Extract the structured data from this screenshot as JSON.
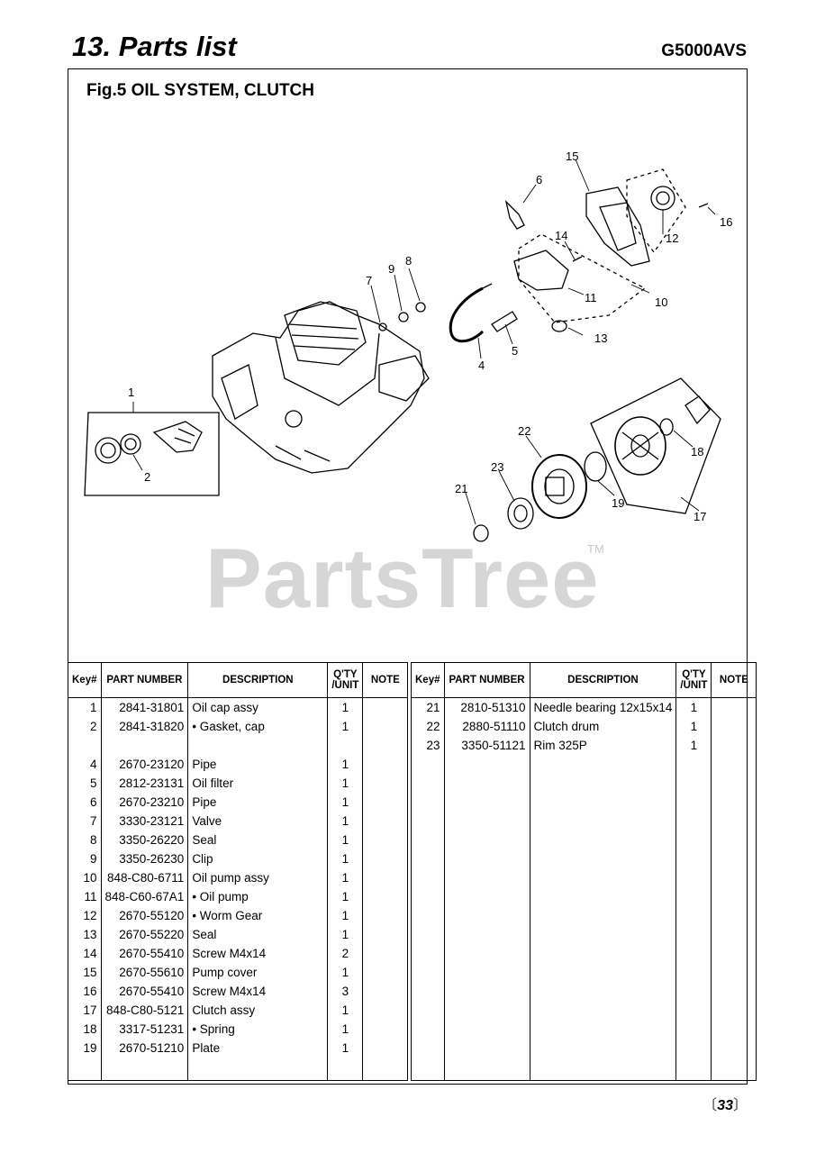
{
  "page": {
    "title": "13. Parts list",
    "model": "G5000AVS",
    "figure_title": "Fig.5 OIL SYSTEM, CLUTCH",
    "page_number": "33"
  },
  "watermark": {
    "text": "PartsTree",
    "tm": "TM"
  },
  "columns": {
    "key": "Key#",
    "part_number": "PART NUMBER",
    "description": "DESCRIPTION",
    "qty_line1": "Q'TY",
    "qty_line2": "/UNIT",
    "note": "NOTE"
  },
  "callouts": [
    "1",
    "2",
    "4",
    "5",
    "6",
    "7",
    "8",
    "9",
    "10",
    "11",
    "12",
    "13",
    "14",
    "15",
    "16",
    "17",
    "18",
    "19",
    "21",
    "22",
    "23"
  ],
  "parts_left": [
    {
      "key": "1",
      "pn": "2841-31801",
      "desc": "Oil cap assy",
      "qty": "1"
    },
    {
      "key": "2",
      "pn": "2841-31820",
      "desc": "• Gasket, cap",
      "qty": "1"
    },
    {
      "key": "",
      "pn": "",
      "desc": "",
      "qty": ""
    },
    {
      "key": "4",
      "pn": "2670-23120",
      "desc": "Pipe",
      "qty": "1"
    },
    {
      "key": "5",
      "pn": "2812-23131",
      "desc": "Oil filter",
      "qty": "1"
    },
    {
      "key": "6",
      "pn": "2670-23210",
      "desc": "Pipe",
      "qty": "1"
    },
    {
      "key": "7",
      "pn": "3330-23121",
      "desc": "Valve",
      "qty": "1"
    },
    {
      "key": "8",
      "pn": "3350-26220",
      "desc": "Seal",
      "qty": "1"
    },
    {
      "key": "9",
      "pn": "3350-26230",
      "desc": "Clip",
      "qty": "1"
    },
    {
      "key": "10",
      "pn": "848-C80-6711",
      "desc": "Oil pump assy",
      "qty": "1"
    },
    {
      "key": "11",
      "pn": "848-C60-67A1",
      "desc": "• Oil pump",
      "qty": "1"
    },
    {
      "key": "12",
      "pn": "2670-55120",
      "desc": "• Worm Gear",
      "qty": "1"
    },
    {
      "key": "13",
      "pn": "2670-55220",
      "desc": "Seal",
      "qty": "1"
    },
    {
      "key": "14",
      "pn": "2670-55410",
      "desc": "Screw M4x14",
      "qty": "2"
    },
    {
      "key": "15",
      "pn": "2670-55610",
      "desc": "Pump cover",
      "qty": "1"
    },
    {
      "key": "16",
      "pn": "2670-55410",
      "desc": "Screw M4x14",
      "qty": "3"
    },
    {
      "key": "17",
      "pn": "848-C80-5121",
      "desc": "Clutch assy",
      "qty": "1"
    },
    {
      "key": "18",
      "pn": "3317-51231",
      "desc": "• Spring",
      "qty": "1"
    },
    {
      "key": "19",
      "pn": "2670-51210",
      "desc": "Plate",
      "qty": "1"
    }
  ],
  "parts_right": [
    {
      "key": "21",
      "pn": "2810-51310",
      "desc": "Needle bearing 12x15x14",
      "qty": "1"
    },
    {
      "key": "22",
      "pn": "2880-51110",
      "desc": "Clutch drum",
      "qty": "1"
    },
    {
      "key": "23",
      "pn": "3350-51121",
      "desc": "Rim 325P",
      "qty": "1"
    }
  ]
}
